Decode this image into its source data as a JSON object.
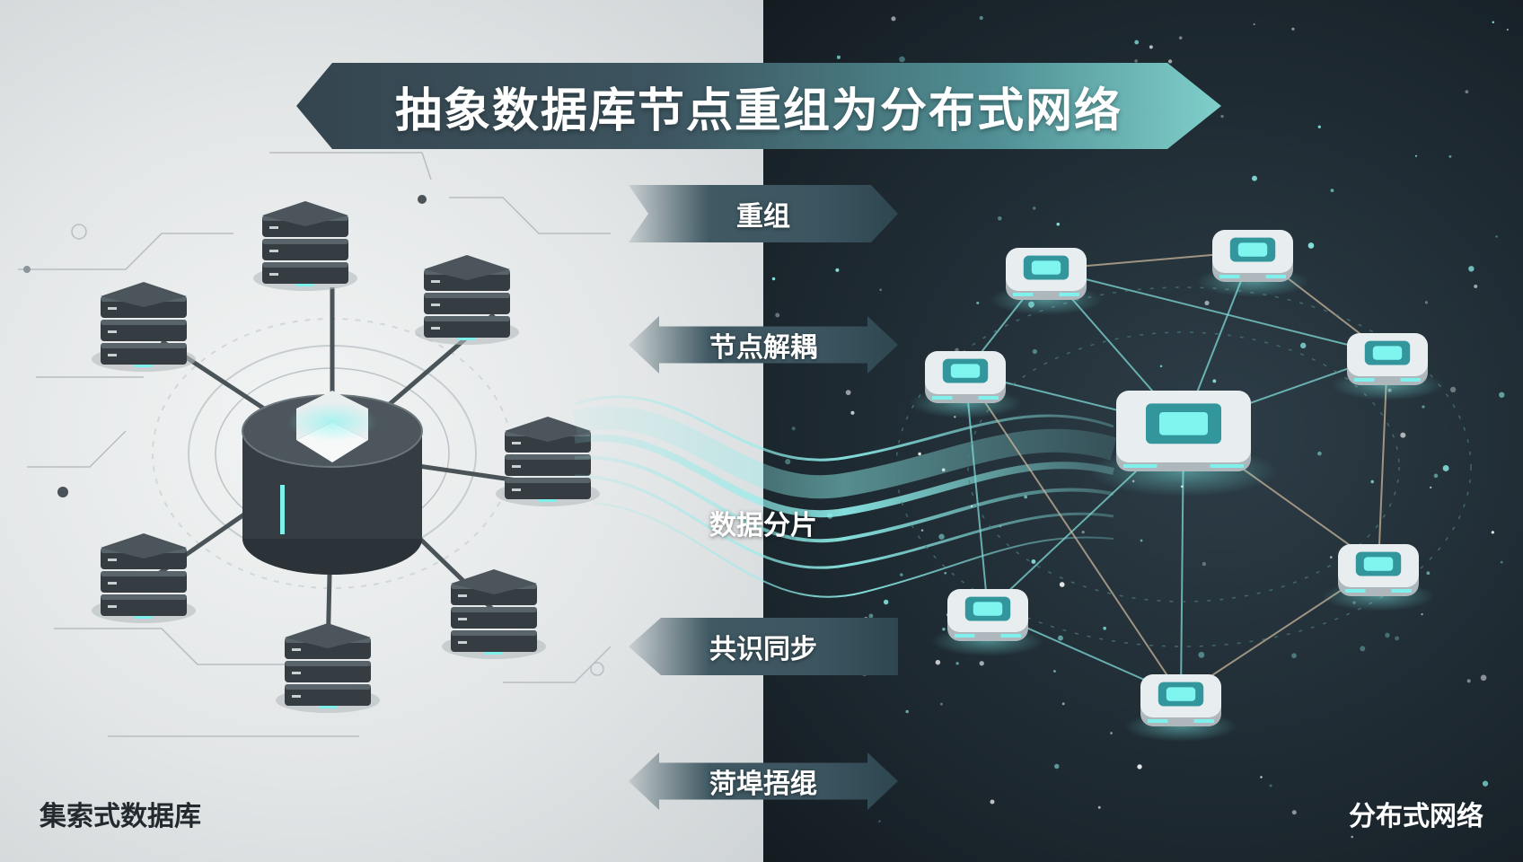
{
  "title": "抽象数据库节点重组为分布式网络",
  "steps": [
    "重组",
    "节点解耦",
    "数据分片",
    "共识同步",
    "菏埠捂绲"
  ],
  "captions": {
    "left": "集索式数据库",
    "right": "分布式网络"
  },
  "colors": {
    "accent": "#6fe3e3",
    "node_dark": "#3a4248",
    "node_light": "#e8eef0",
    "panel_light": "#e3e6e7",
    "panel_dark": "#1f2b33",
    "title_gradient_end": "#7fcfcb"
  },
  "icons": {
    "central_hub": "database-hub-icon",
    "server_stack": "server-stack-icon",
    "network_node": "network-node-icon"
  }
}
